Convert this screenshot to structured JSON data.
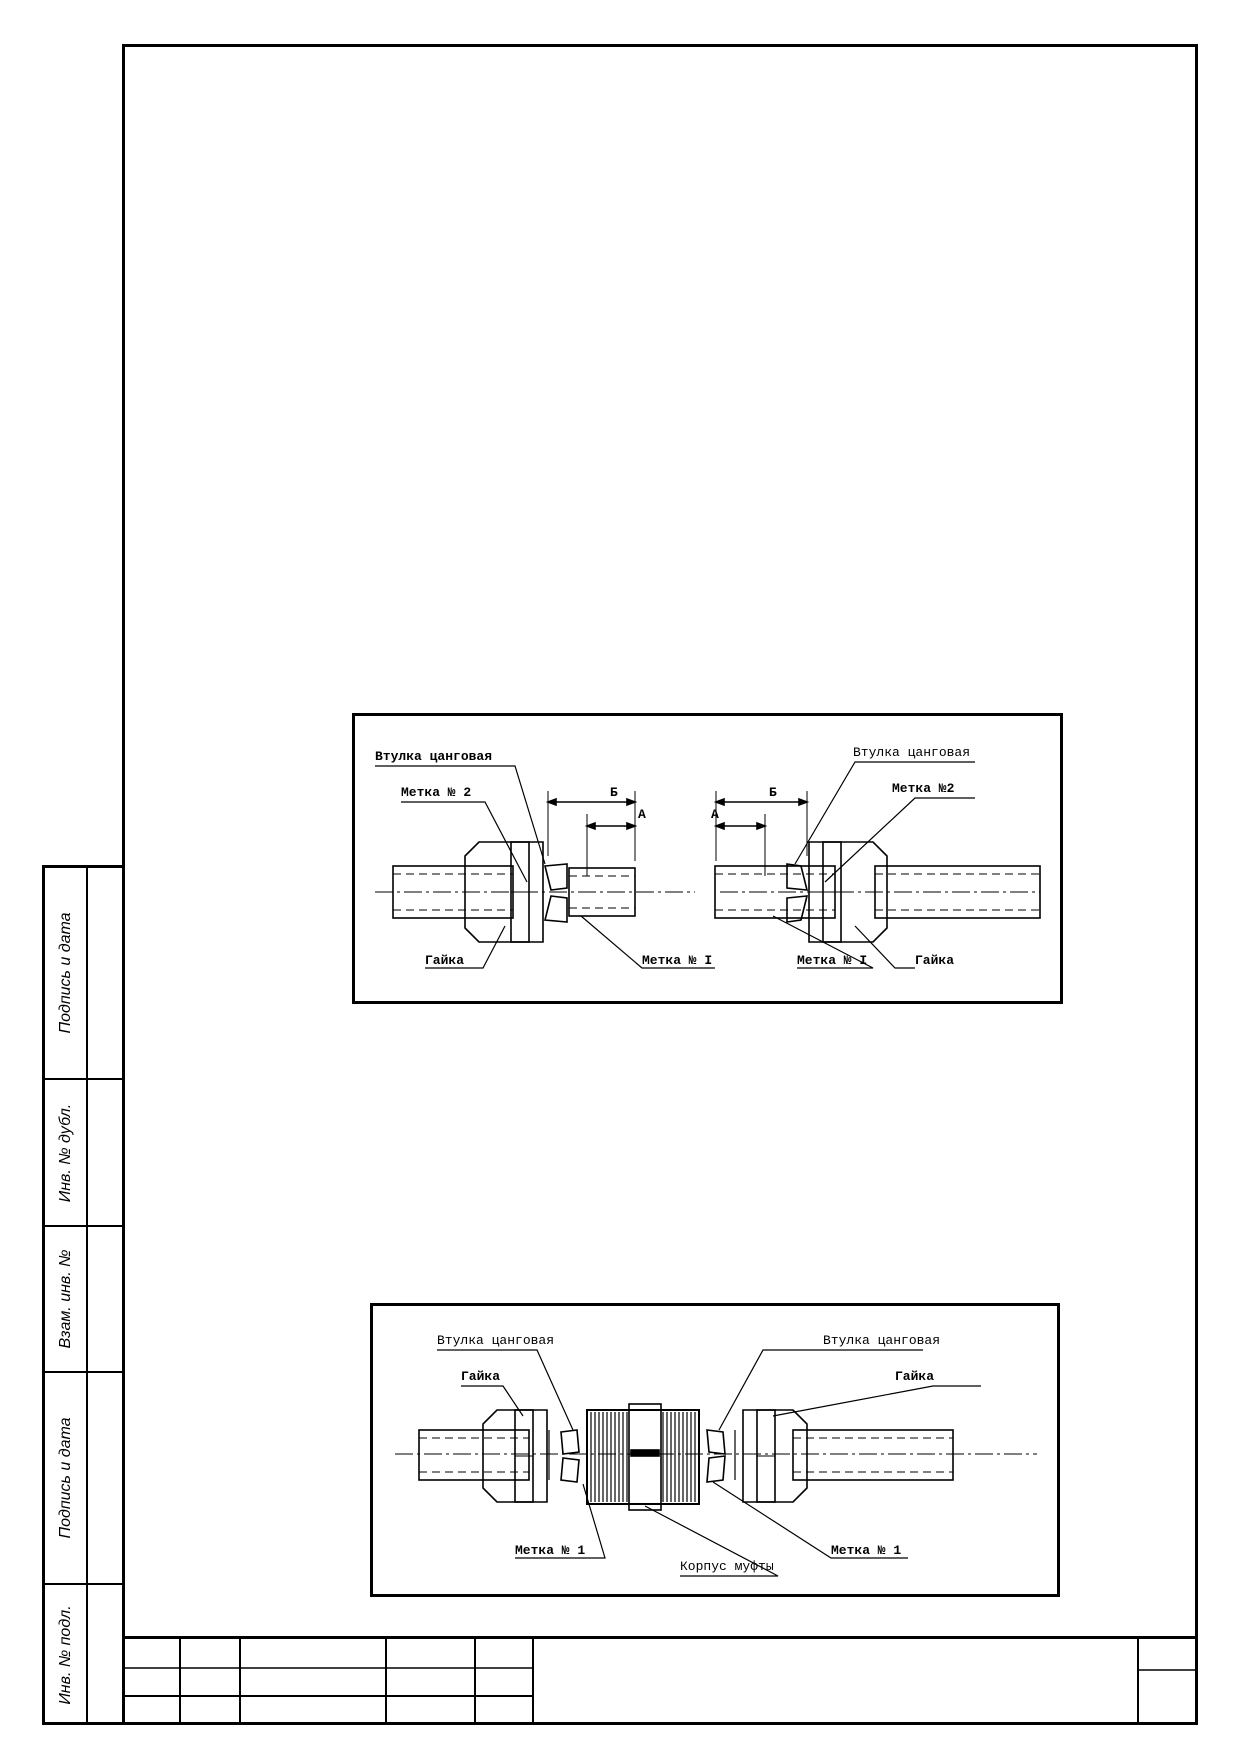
{
  "margin_stamp": {
    "rows": [
      {
        "label": "Подпись и дата"
      },
      {
        "label": "Инв. № дубл."
      },
      {
        "label": "Взам. инв. №"
      },
      {
        "label": "Подпись и дата"
      },
      {
        "label": "Инв. № подл."
      }
    ]
  },
  "drawing_1": {
    "labels": {
      "left_sleeve": "Втулка цанговая",
      "left_mark2": "Метка № 2",
      "left_dim_b": "Б",
      "left_dim_a": "А",
      "left_nut": "Гайка",
      "left_mark1": "Метка № I",
      "right_sleeve": "Втулка цанговая",
      "right_mark2": "Метка №2",
      "right_dim_b": "Б",
      "right_dim_a": "А",
      "right_mark1": "Метка № I",
      "right_nut": "Гайка"
    }
  },
  "drawing_2": {
    "labels": {
      "left_sleeve": "Втулка цанговая",
      "right_sleeve": "Втулка цанговая",
      "left_nut": "Гайка",
      "right_nut": "Гайка",
      "left_mark": "Метка № 1",
      "body": "Корпус муфты",
      "right_mark": "Метка № 1"
    }
  }
}
